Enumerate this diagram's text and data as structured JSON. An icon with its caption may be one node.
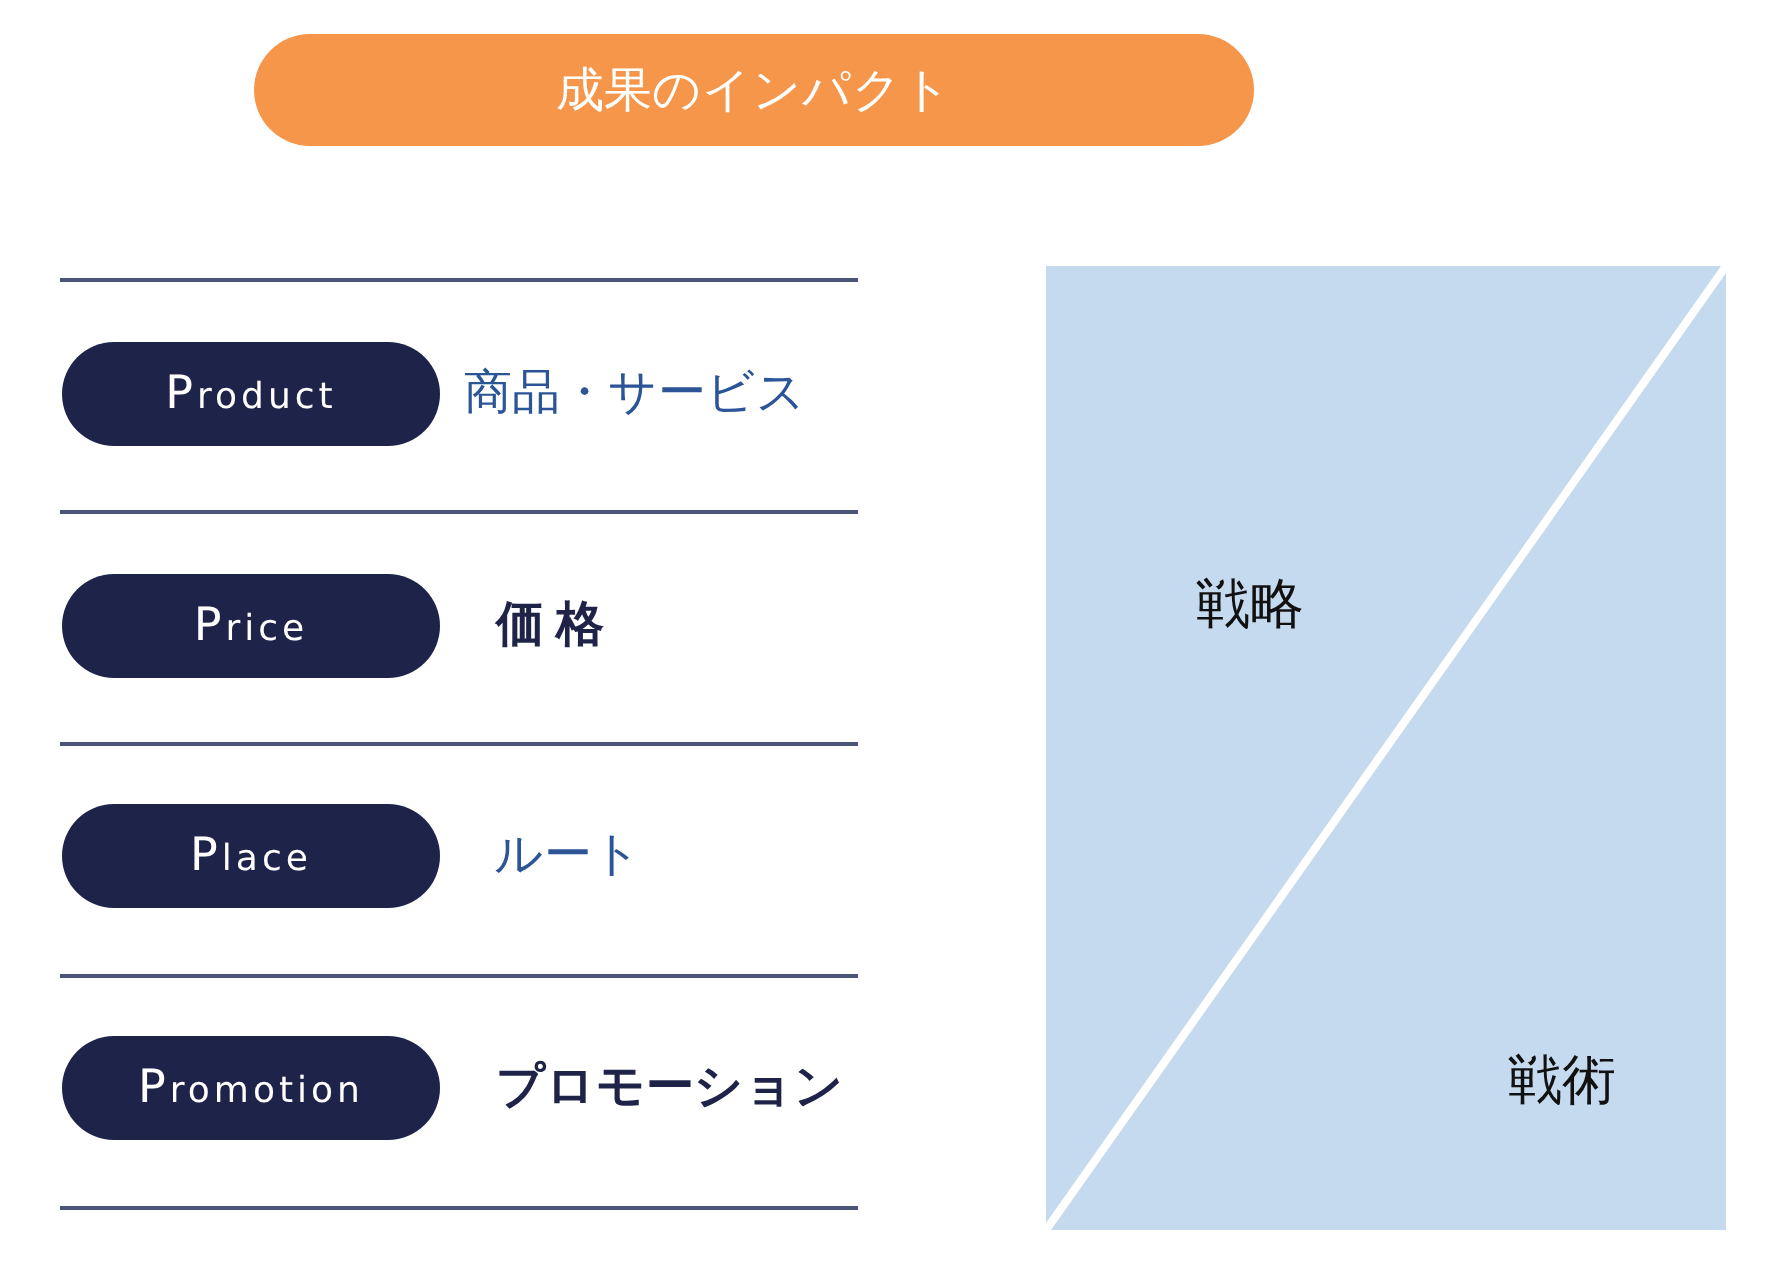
{
  "diagram": {
    "nodes": [
      {
        "text": [
          "成果のインパクト"
        ]
      },
      {
        "text": [
          "Product"
        ],
        "beside": [
          "商品・サービス"
        ]
      },
      {
        "text": [
          "Price"
        ],
        "beside": [
          "価格"
        ]
      },
      {
        "text": [
          "Place"
        ],
        "beside": [
          "ルート"
        ]
      },
      {
        "text": [
          "Promotion"
        ],
        "beside": [
          "プロモーション"
        ]
      },
      {
        "text": [
          "戦略"
        ]
      },
      {
        "text": [
          "戦術"
        ]
      }
    ]
  }
}
